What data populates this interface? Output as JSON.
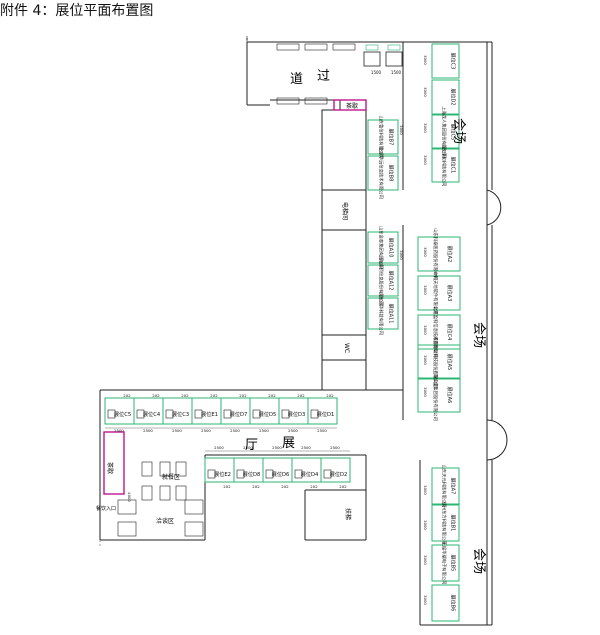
{
  "title": "附件 4：展位平面布置图",
  "areas": {
    "corridor_1": "过",
    "corridor_2": "道",
    "hall_1": "展",
    "hall_2": "厅",
    "venue": "会场",
    "tea_top": "茶歇",
    "tea_left": "茶歇",
    "elevator": "电梯间",
    "wc": "WC",
    "stair": "扶梯",
    "dining": "就餐区",
    "negotiation": "洽谈区",
    "entrance": "餐饮入口"
  },
  "booths": {
    "right_top": [
      "展位C3",
      "展位D2",
      "展位C5",
      "展位C1"
    ],
    "right_mid": [
      "展位A2",
      "展位A3",
      "展位C4",
      "展位A5",
      "展位A6"
    ],
    "right_bottom": [
      "展位A7",
      "展位B1",
      "展位B5",
      "展位B6"
    ],
    "mid_upper": [
      "展位B7",
      "展位B8"
    ],
    "mid_lower": [
      "展位A10",
      "展位A12",
      "展位A11"
    ],
    "row_top": [
      "展位C5",
      "展位C4",
      "展位C3",
      "展位E1",
      "展位D7",
      "展位D5",
      "展位D3",
      "展位D1"
    ],
    "row_bottom": [
      "展位E2",
      "展位D8",
      "展位D6",
      "展位D4",
      "展位D2"
    ]
  },
  "companies": {
    "right_top": [
      "",
      "",
      "上海龙人集团股份有限公司",
      "山东佳和科技有限公司"
    ],
    "right_mid": [
      "山东科泰医药股份有限公司",
      "中科天地软件有限公司",
      "北京盈科信息技术有限公司",
      "成都数联科技股份有限公司",
      "上海华盛集团股份有限公司"
    ],
    "right_bottom": [
      "山东天元科技有限公司",
      "杭州东方科技有限公司",
      "无锡华瑞电子有限公司",
      ""
    ],
    "mid_upper": [
      "山东鲁信科技有限公司",
      "北京华远信息技术有限公司"
    ],
    "mid_lower": [
      "山东金泰集团有限公司",
      "上海金桥信息股份有限公司",
      "山东润华科技有限公司"
    ]
  },
  "dims": {
    "d2500": "2500",
    "d3000": "3000",
    "d4000": "4000",
    "d1500": "1500",
    "tag": "2X2"
  },
  "colors": {
    "booth": "#2bb673",
    "table": "#00a0d8",
    "tea": "#c0168c",
    "wall": "#222222",
    "dim": "#444444"
  }
}
